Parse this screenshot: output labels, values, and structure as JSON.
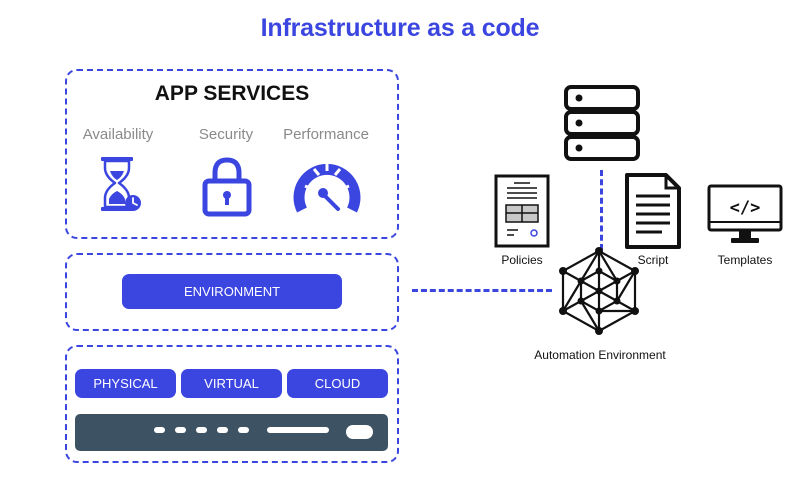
{
  "title": "Infrastructure as a code",
  "app_services": {
    "heading": "APP SERVICES",
    "items": [
      {
        "label": "Availability",
        "icon": "hourglass-icon"
      },
      {
        "label": "Security",
        "icon": "lock-icon"
      },
      {
        "label": "Performance",
        "icon": "gauge-icon"
      }
    ]
  },
  "environment": {
    "label": "ENVIRONMENT"
  },
  "platforms": {
    "items": [
      "PHYSICAL",
      "VIRTUAL",
      "CLOUD"
    ]
  },
  "automation": {
    "label": "Automation Environment",
    "tools": [
      {
        "label": "Policies",
        "icon": "document-form-icon"
      },
      {
        "label": "Script",
        "icon": "script-document-icon"
      },
      {
        "label": "Templates",
        "icon": "code-monitor-icon"
      }
    ],
    "database_icon": "database-icon",
    "network_icon": "network-mesh-icon"
  },
  "colors": {
    "accent": "#3b45e0",
    "server_bar": "#3d5363",
    "label_gray": "#8a8a8a"
  }
}
